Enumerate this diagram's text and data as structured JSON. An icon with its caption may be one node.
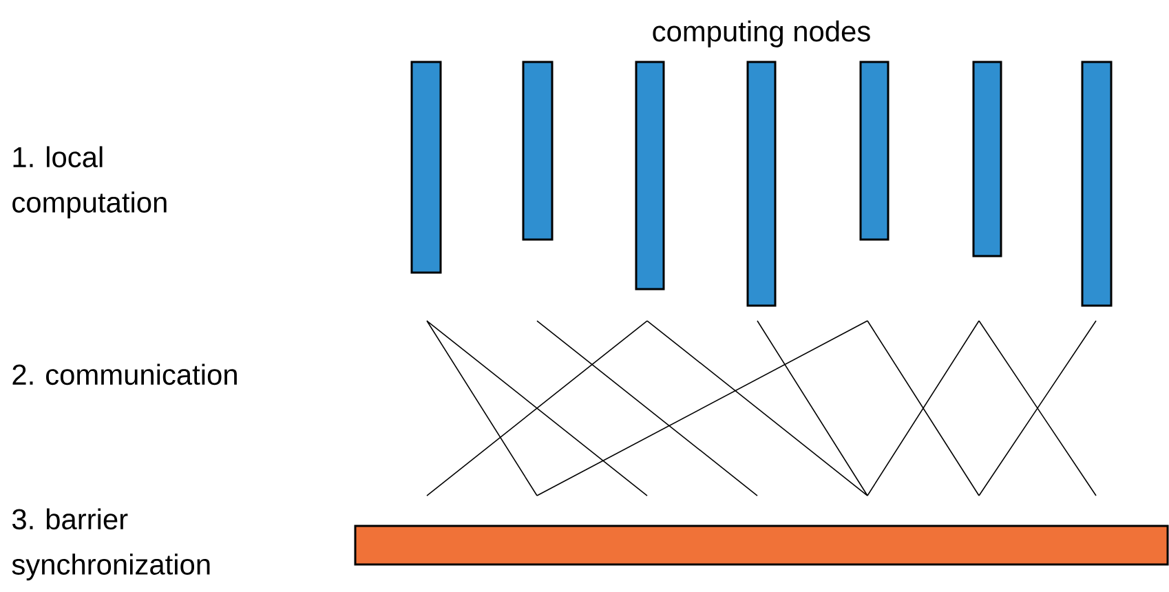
{
  "diagram": {
    "title": "computing nodes",
    "nodes": [
      {
        "text": [],
        "shape": "bar"
      },
      {
        "text": [],
        "shape": "bar"
      },
      {
        "text": [],
        "shape": "bar"
      },
      {
        "text": [],
        "shape": "bar"
      },
      {
        "text": [],
        "shape": "bar"
      },
      {
        "text": [],
        "shape": "bar"
      },
      {
        "text": [],
        "shape": "bar"
      },
      {
        "text": [],
        "shape": "bar"
      }
    ],
    "labels": [
      "1. local computation",
      "2. communication",
      "3. barrier synchronization"
    ]
  }
}
